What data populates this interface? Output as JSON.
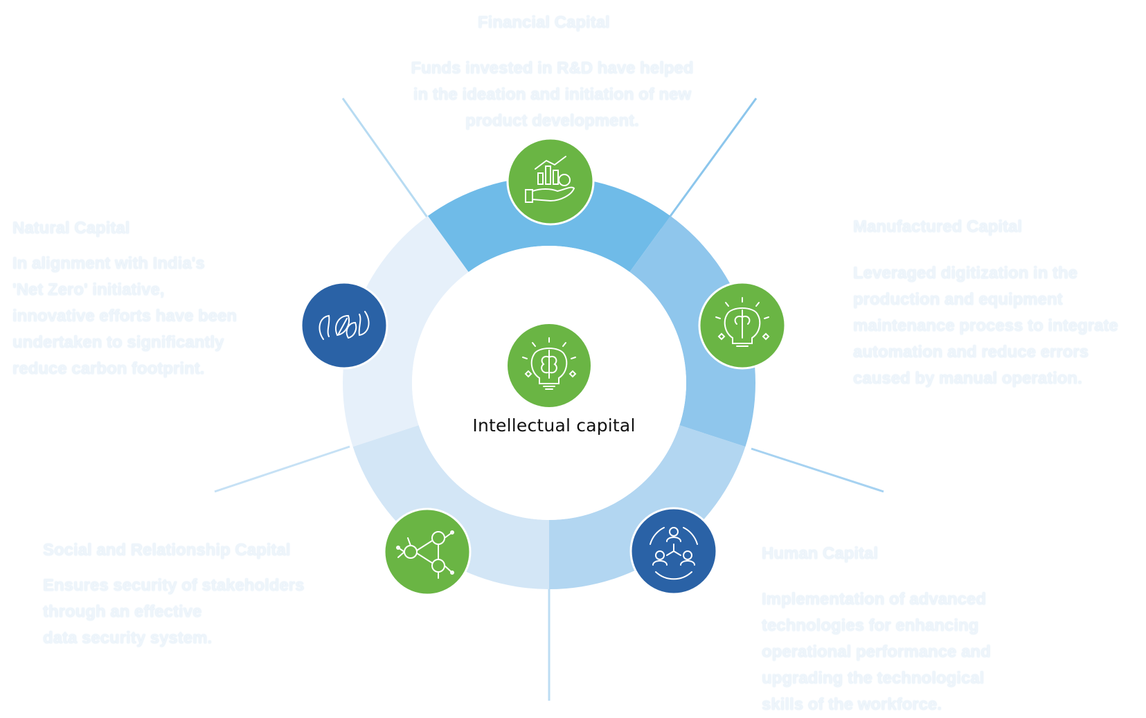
{
  "center": {
    "title": "Intellectual capital",
    "icon": "lightbulb-brain-icon"
  },
  "capitals": [
    {
      "id": "financial",
      "title": "Financial Capital",
      "lines": [
        "Funds invested in R&D have helped",
        "in the ideation and initiation of new",
        "product development."
      ],
      "icon": "hand-chart-coin-icon"
    },
    {
      "id": "manufactured",
      "title": "Manufactured Capital",
      "lines": [
        "Leveraged digitization in the",
        "production and equipment",
        "maintenance process to integrate",
        "automation and reduce errors",
        "caused by manual operation."
      ],
      "icon": "lightbulb-brain-icon"
    },
    {
      "id": "human",
      "title": "Human Capital",
      "lines": [
        "Implementation of advanced",
        "technologies for enhancing",
        "operational performance and",
        "upgrading the technological",
        "skills of the workforce."
      ],
      "icon": "people-network-icon"
    },
    {
      "id": "social",
      "title": "Social and Relationship Capital",
      "lines": [
        "Ensures security of stakeholders",
        "through an effective",
        "data security system."
      ],
      "icon": "connected-people-icon"
    },
    {
      "id": "natural",
      "title": "Natural Capital",
      "lines": [
        "In alignment with India's",
        "'Net Zero' initiative,",
        "innovative efforts have been",
        "undertaken to significantly",
        "reduce carbon footprint."
      ],
      "icon": "hands-leaf-icon"
    }
  ],
  "colors": {
    "green": "#6ab544",
    "blue": "#2a62a6",
    "segment_financial": "#6fbbe8",
    "segment_manufactured": "#8fc6ec",
    "segment_human": "#b2d6f1",
    "segment_social": "#d3e6f6",
    "segment_natural": "#e6f0fa",
    "connector": "#a9d3f0",
    "faint_text": "#eef5fb"
  }
}
